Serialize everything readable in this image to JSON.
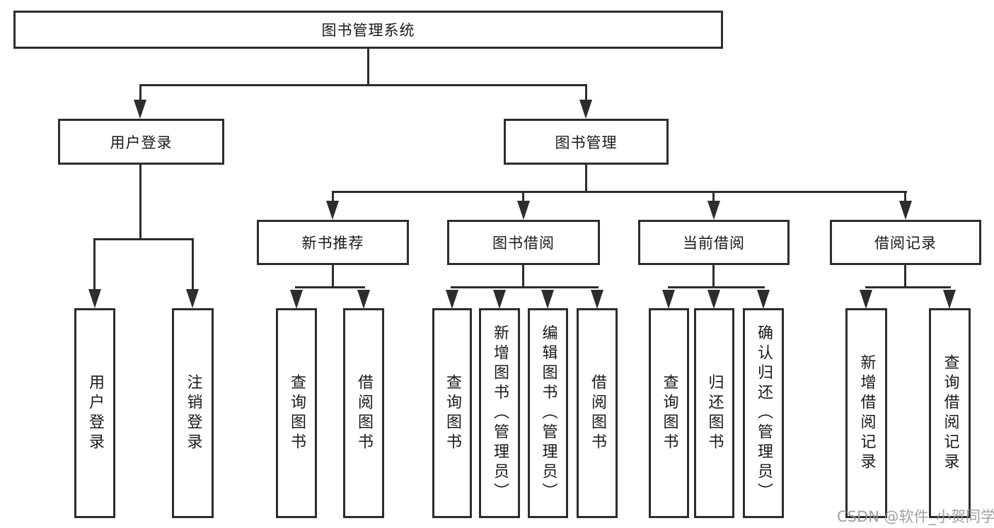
{
  "diagram": {
    "type": "hierarchy-tree",
    "colors": {
      "line": "#2d2d2d",
      "text": "#1a1a1a",
      "background": "#ffffff",
      "watermark": "#969696"
    },
    "tree": {
      "root": {
        "label": "图书管理系统"
      },
      "branches": [
        {
          "label": "用户登录",
          "children": [
            {
              "label": "用户登录"
            },
            {
              "label": "注销登录"
            }
          ]
        },
        {
          "label": "图书管理",
          "children": [
            {
              "label": "新书推荐",
              "children": [
                {
                  "label": "查询图书"
                },
                {
                  "label": "借阅图书"
                }
              ]
            },
            {
              "label": "图书借阅",
              "children": [
                {
                  "label": "查询图书"
                },
                {
                  "label": "新增图书（管理员）"
                },
                {
                  "label": "编辑图书（管理员）"
                },
                {
                  "label": "借阅图书"
                }
              ]
            },
            {
              "label": "当前借阅",
              "children": [
                {
                  "label": "查询图书"
                },
                {
                  "label": "归还图书"
                },
                {
                  "label": "确认归还（管理员）"
                }
              ]
            },
            {
              "label": "借阅记录",
              "children": [
                {
                  "label": "新增借阅记录"
                },
                {
                  "label": "查询借阅记录"
                }
              ]
            }
          ]
        }
      ]
    },
    "watermark": {
      "text": "CSDN @软件_小贺同学"
    }
  }
}
